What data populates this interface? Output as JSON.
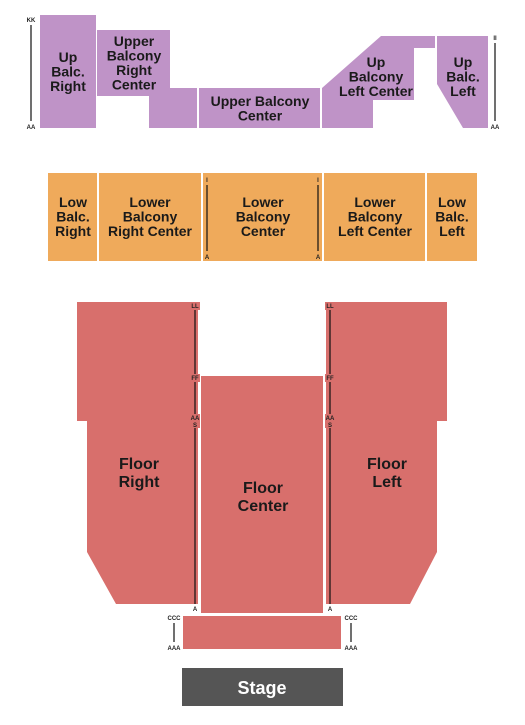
{
  "colors": {
    "upper": "#bf93c7",
    "lower": "#efaa5b",
    "floor": "#d86f6c",
    "stage": "#555555",
    "row_line": "#111111"
  },
  "sections": {
    "up_balc_right": [
      "Up",
      "Balc.",
      "Right"
    ],
    "upper_balcony_right_center": [
      "Upper",
      "Balcony",
      "Right",
      "Center"
    ],
    "upper_balcony_center": [
      "Upper Balcony",
      "Center"
    ],
    "up_balcony_left_center": [
      "Up",
      "Balcony",
      "Left Center"
    ],
    "up_balc_left": [
      "Up",
      "Balc.",
      "Left"
    ],
    "low_balc_right": [
      "Low",
      "Balc.",
      "Right"
    ],
    "lower_balcony_right_center": [
      "Lower",
      "Balcony",
      "Right Center"
    ],
    "lower_balcony_center": [
      "Lower",
      "Balcony",
      "Center"
    ],
    "lower_balcony_left_center": [
      "Lower",
      "Balcony",
      "Left Center"
    ],
    "low_balc_left": [
      "Low",
      "Balc.",
      "Left"
    ],
    "floor_right": [
      "Floor",
      "Right"
    ],
    "floor_center": [
      "Floor",
      "Center"
    ],
    "floor_left": [
      "Floor",
      "Left"
    ]
  },
  "rows": {
    "upper_right_top": "KK",
    "upper_right_bottom": "AA",
    "upper_left_top": "II",
    "upper_left_bottom": "AA",
    "lower_left_aisle_top": "I",
    "lower_left_aisle_bottom": "A",
    "lower_right_aisle_top": "I",
    "lower_right_aisle_bottom": "A",
    "floor_left_aisle": [
      "LL",
      "FF",
      "AA",
      "S",
      "A"
    ],
    "floor_right_aisle": [
      "LL",
      "FF",
      "AA",
      "S",
      "A"
    ],
    "pit_left_top": "CCC",
    "pit_left_bottom": "AAA",
    "pit_right_top": "CCC",
    "pit_right_bottom": "AAA"
  },
  "stage": "Stage"
}
